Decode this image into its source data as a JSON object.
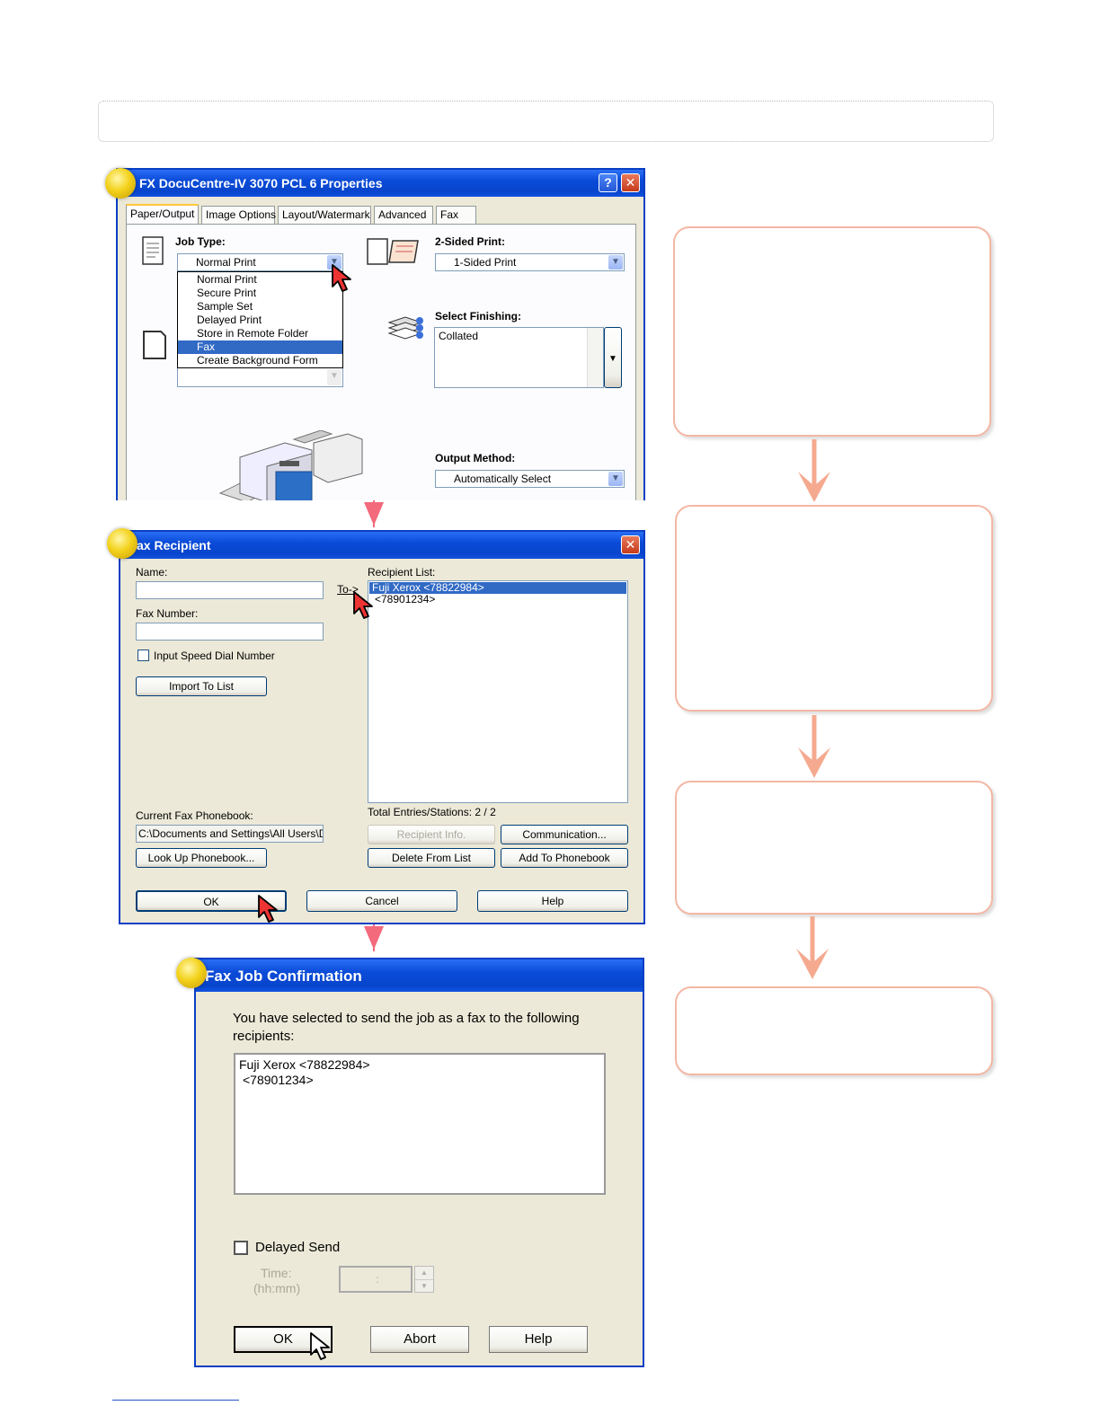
{
  "props_window": {
    "title": "FX DocuCentre-IV 3070 PCL 6 Properties",
    "help_btn": "?",
    "close_btn": "✕",
    "tabs": [
      "Paper/Output",
      "Image Options",
      "Layout/Watermark",
      "Advanced",
      "Fax"
    ],
    "job_type_label": "Job Type:",
    "job_type_value": "Normal Print",
    "job_type_options": [
      "Normal Print",
      "Secure Print",
      "Sample Set",
      "Delayed Print",
      "Store in Remote Folder",
      "Fax",
      "Create Background Form"
    ],
    "job_type_selected": "Fax",
    "two_sided_label": "2-Sided Print:",
    "two_sided_value": "1-Sided Print",
    "finishing_label": "Select Finishing:",
    "finishing_value": "Collated",
    "output_label": "Output Method:",
    "output_value": "Automatically Select"
  },
  "fax_recipient": {
    "title": "ax Recipient",
    "close_btn": "✕",
    "name_label": "Name:",
    "name_value": "",
    "to_button": "To->",
    "fax_number_label": "Fax Number:",
    "fax_number_value": "",
    "speed_dial_label": "Input Speed Dial Number",
    "import_button": "Import To List",
    "recipient_list_label": "Recipient List:",
    "recipients": [
      "Fuji Xerox <78822984>",
      "<78901234>"
    ],
    "total_entries": "Total Entries/Stations: 2 / 2",
    "phonebook_label": "Current Fax Phonebook:",
    "phonebook_value": "C:\\Documents and Settings\\All Users\\D",
    "recipient_info_button": "Recipient Info.",
    "communication_button": "Communication...",
    "lookup_button": "Look Up Phonebook...",
    "delete_button": "Delete From List",
    "add_phonebook_button": "Add To Phonebook",
    "ok_button": "OK",
    "cancel_button": "Cancel",
    "help_button": "Help"
  },
  "fax_confirm": {
    "title": "Fax Job Confirmation",
    "message": "You have selected to send the job as a fax to the following recipients:",
    "recipients": [
      "Fuji Xerox <78822984>",
      "<78901234>"
    ],
    "delayed_send_label": "Delayed Send",
    "time_label": "Time:",
    "time_format": "(hh:mm)",
    "time_value": ":",
    "ok_button": "OK",
    "abort_button": "Abort",
    "help_button": "Help"
  },
  "colors": {
    "xp_title": "#0a4bd8",
    "xp_face": "#ece9d8",
    "flow_border": "#f3b7a4",
    "flow_arrow": "#f5a98f",
    "small_arrow": "#f26a7c",
    "selection": "#316ac5"
  }
}
